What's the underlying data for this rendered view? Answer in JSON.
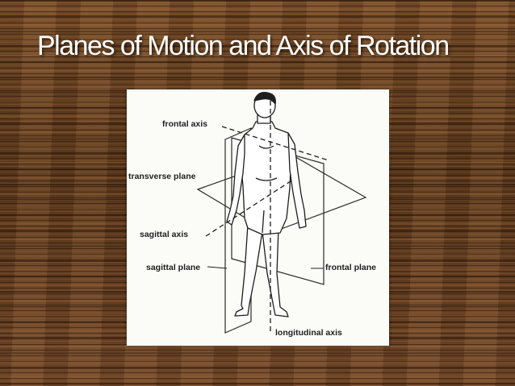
{
  "slide": {
    "title": "Planes of Motion and Axis of Rotation"
  },
  "diagram": {
    "labels": {
      "frontal_axis": "frontal axis",
      "transverse_plane": "transverse plane",
      "sagittal_axis": "sagittal axis",
      "sagittal_plane": "sagittal plane",
      "frontal_plane": "frontal plane",
      "longitudinal_axis": "longitudinal axis"
    }
  }
}
